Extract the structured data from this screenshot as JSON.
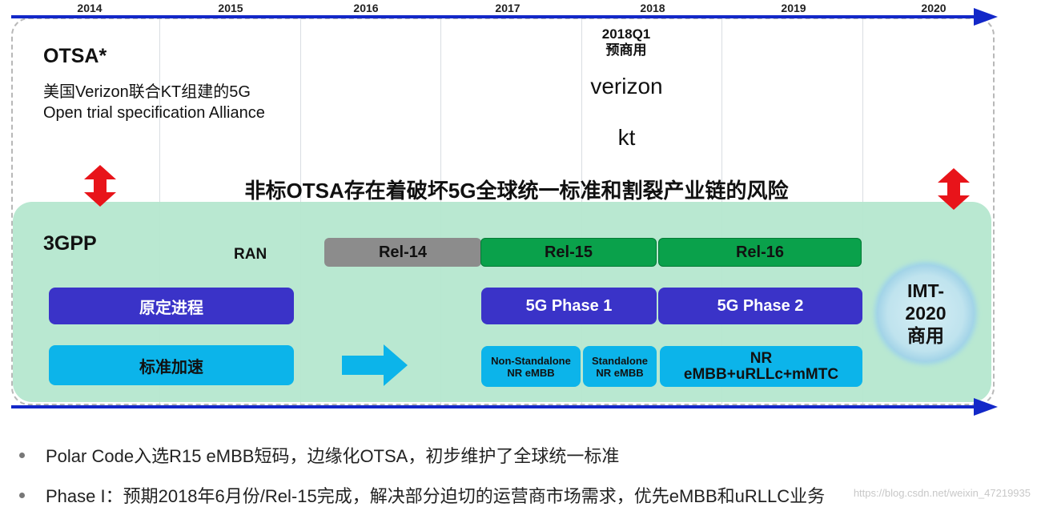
{
  "years": [
    "2014",
    "2015",
    "2016",
    "2017",
    "2018",
    "2019",
    "2020"
  ],
  "otsa": {
    "title": "OTSA*",
    "desc_line1": "美国Verizon联合KT组建的5G",
    "desc_line2": "Open trial specification Alliance",
    "precommercial_date": "2018Q1",
    "precommercial_label": "预商用",
    "partner1": "verizon",
    "partner2": "kt"
  },
  "risk_statement": "非标OTSA存在着破坏5G全球统一标准和割裂产业链的风险",
  "gpp": {
    "title": "3GPP",
    "ran_label": "RAN",
    "rel14": "Rel-14",
    "rel15": "Rel-15",
    "rel16": "Rel-16",
    "original_progress": "原定进程",
    "phase1": "5G Phase 1",
    "phase2": "5G Phase 2",
    "accelerate": "标准加速",
    "nsa_line1": "Non-Standalone",
    "nsa_line2": "NR eMBB",
    "sa_line1": "Standalone",
    "sa_line2": "NR eMBB",
    "nr_line1": "NR",
    "nr_line2": "eMBB+uRLLc+mMTC",
    "imt_line1": "IMT-",
    "imt_line2": "2020",
    "imt_line3": "商用"
  },
  "bullets": [
    "Polar Code入选R15 eMBB短码，边缘化OTSA，初步维护了全球统一标准",
    "Phase I：预期2018年6月份/Rel-15完成，解决部分迫切的运营商市场需求，优先eMBB和uRLLC业务"
  ],
  "watermark": "https://blog.csdn.net/weixin_47219935",
  "colors": {
    "timeline": "#1328c8",
    "gpp_background": "#b5e7cf",
    "rel14": "#8c8c8c",
    "rel15_16": "#0aa14b",
    "phase": "#3a33c8",
    "accelerate": "#0cb4ea",
    "risk_arrow": "#e8141a"
  }
}
